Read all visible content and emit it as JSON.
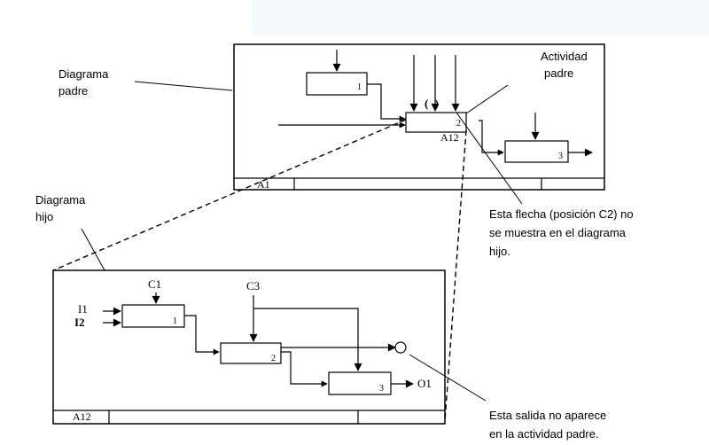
{
  "annotations": {
    "parent_diagram": [
      "Diagrama",
      "padre"
    ],
    "child_diagram": [
      "Diagrama",
      "hijo"
    ],
    "parent_activity": [
      "Actividad",
      "padre"
    ],
    "arrow_note": [
      "Esta flecha (posición C2) no",
      "se muestra en el diagrama",
      "hijo."
    ],
    "output_note": [
      "Esta salida no aparece",
      "en la actividad padre."
    ]
  },
  "parent_diagram": {
    "node_label": "A1",
    "boxes": [
      "1",
      "2",
      "3"
    ],
    "activity_code": "A12",
    "tunnel_mark": "( )"
  },
  "child_diagram": {
    "node_label": "A12",
    "boxes": [
      "1",
      "2",
      "3"
    ],
    "inputs": [
      "I1",
      "I2"
    ],
    "controls": [
      "C1",
      "C3"
    ],
    "output": "O1"
  }
}
